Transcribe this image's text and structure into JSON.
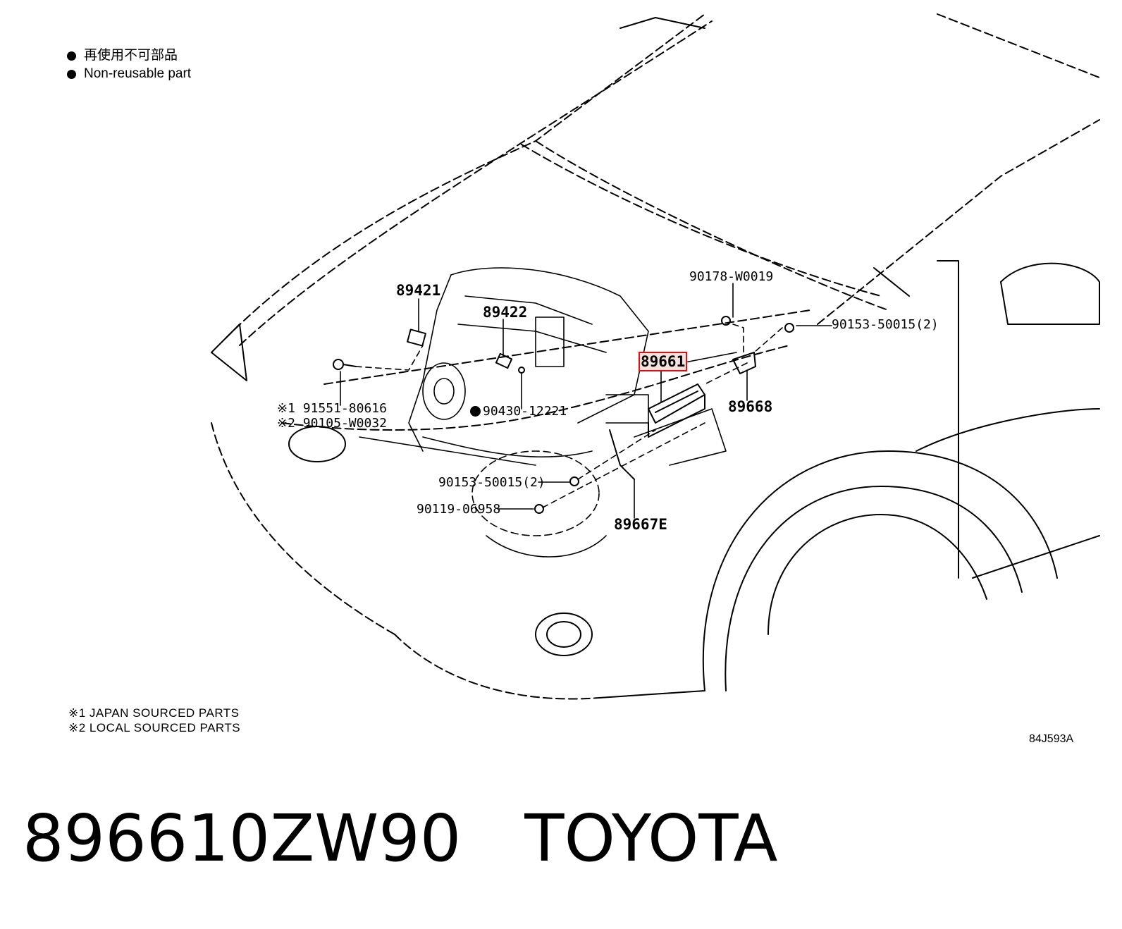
{
  "legend": {
    "non_reusable_jp": "再使用不可部品",
    "non_reusable_en": "Non-reusable part"
  },
  "labels": {
    "p89421": "89421",
    "p89422": "89422",
    "p89661": "89661",
    "p89668": "89668",
    "p89667E": "89667E",
    "p90178": "90178-W0019",
    "p90153_top": "90153-50015(2)",
    "p90153_bottom": "90153-50015(2)",
    "p90119": "90119-06958",
    "p90430": "90430-12221",
    "p91551": "※1 91551-80616",
    "p90105": "※2 90105-W0032"
  },
  "notes": {
    "note1": "※1 JAPAN SOURCED PARTS",
    "note2": "※2 LOCAL SOURCED PARTS"
  },
  "figure_code": "84J593A",
  "footer": {
    "part_number": "896610ZW90",
    "brand": "TOYOTA"
  },
  "colors": {
    "highlight": "#e01010"
  }
}
